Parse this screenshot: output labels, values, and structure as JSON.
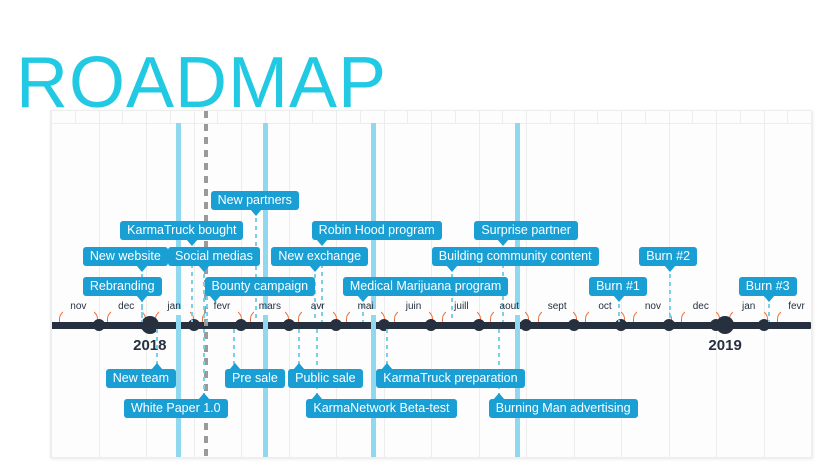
{
  "page": {
    "title": "ROADMAP",
    "title_color": "#22c9e3"
  },
  "colors": {
    "pill": "#1a9fd4",
    "axis": "#26303f",
    "bracket": "#f0703c",
    "band": "#8fd8ef",
    "connector": "#7ccfe8",
    "today_marker": "#9a9a9a",
    "gridline": "#ededed",
    "chart_background": "#fdfdfd"
  },
  "chart_data": {
    "type": "timeline",
    "title": "ROADMAP",
    "xlabel": "",
    "ylabel": "",
    "axis_months": [
      {
        "label": "nov",
        "x_pct": 3.6
      },
      {
        "label": "dec",
        "x_pct": 9.9
      },
      {
        "label": "jan",
        "x_pct": 16.2
      },
      {
        "label": "fevr",
        "x_pct": 22.5
      },
      {
        "label": "mars",
        "x_pct": 28.8
      },
      {
        "label": "avr",
        "x_pct": 35.1
      },
      {
        "label": "mai",
        "x_pct": 41.4
      },
      {
        "label": "juin",
        "x_pct": 47.7
      },
      {
        "label": "juill",
        "x_pct": 54.0
      },
      {
        "label": "aout",
        "x_pct": 60.3
      },
      {
        "label": "sept",
        "x_pct": 66.6
      },
      {
        "label": "oct",
        "x_pct": 72.9
      },
      {
        "label": "nov",
        "x_pct": 79.2
      },
      {
        "label": "dec",
        "x_pct": 85.5
      },
      {
        "label": "jan",
        "x_pct": 91.8
      },
      {
        "label": "fevr",
        "x_pct": 98.1
      }
    ],
    "year_markers": [
      {
        "label": "2018",
        "x_pct": 13.0
      },
      {
        "label": "2019",
        "x_pct": 88.7
      }
    ],
    "highlight_bands_x_pct": [
      16.4,
      27.9,
      42.1,
      61.1
    ],
    "today_marker_x_pct": 20.1,
    "events_above": [
      {
        "label": "Rebranding",
        "row": 3,
        "box_left_pct": 4.2,
        "anchor_pct": 12.0
      },
      {
        "label": "New website",
        "row": 2,
        "box_left_pct": 4.2,
        "anchor_pct": 12.0
      },
      {
        "label": "KarmaTruck bought",
        "row": 1,
        "box_left_pct": 9.1,
        "anchor_pct": 18.6
      },
      {
        "label": "Social medias",
        "row": 2,
        "box_left_pct": 15.4,
        "anchor_pct": 20.1
      },
      {
        "label": "New partners",
        "row": 0,
        "box_left_pct": 21.0,
        "anchor_pct": 27.0
      },
      {
        "label": "Bounty campaign",
        "row": 3,
        "box_left_pct": 20.2,
        "anchor_pct": 20.5
      },
      {
        "label": "New exchange",
        "row": 2,
        "box_left_pct": 29.0,
        "anchor_pct": 34.8
      },
      {
        "label": "Robin Hood program",
        "row": 1,
        "box_left_pct": 34.3,
        "anchor_pct": 35.6
      },
      {
        "label": "Medical Marijuana program",
        "row": 3,
        "box_left_pct": 38.4,
        "anchor_pct": 41.0
      },
      {
        "label": "Building community content",
        "row": 2,
        "box_left_pct": 50.1,
        "anchor_pct": 52.8
      },
      {
        "label": "Surprise partner",
        "row": 1,
        "box_left_pct": 55.7,
        "anchor_pct": 59.5
      },
      {
        "label": "Burn #2",
        "row": 2,
        "box_left_pct": 77.4,
        "anchor_pct": 81.4
      },
      {
        "label": "Burn #1",
        "row": 3,
        "box_left_pct": 70.8,
        "anchor_pct": 74.8
      },
      {
        "label": "Burn #3",
        "row": 3,
        "box_left_pct": 90.5,
        "anchor_pct": 94.5
      }
    ],
    "events_below": [
      {
        "label": "New team",
        "row": 0,
        "box_left_pct": 7.2,
        "anchor_pct": 14.0
      },
      {
        "label": "White Paper 1.0",
        "row": 1,
        "box_left_pct": 9.6,
        "anchor_pct": 20.1
      },
      {
        "label": "Pre sale",
        "row": 0,
        "box_left_pct": 22.9,
        "anchor_pct": 24.1
      },
      {
        "label": "Public sale",
        "row": 0,
        "box_left_pct": 31.2,
        "anchor_pct": 32.6
      },
      {
        "label": "KarmaNetwork Beta-test",
        "row": 1,
        "box_left_pct": 33.6,
        "anchor_pct": 35.0
      },
      {
        "label": "KarmaTruck preparation",
        "row": 0,
        "box_left_pct": 42.8,
        "anchor_pct": 44.2
      },
      {
        "label": "Burning Man advertising",
        "row": 1,
        "box_left_pct": 57.6,
        "anchor_pct": 59.0
      }
    ]
  }
}
